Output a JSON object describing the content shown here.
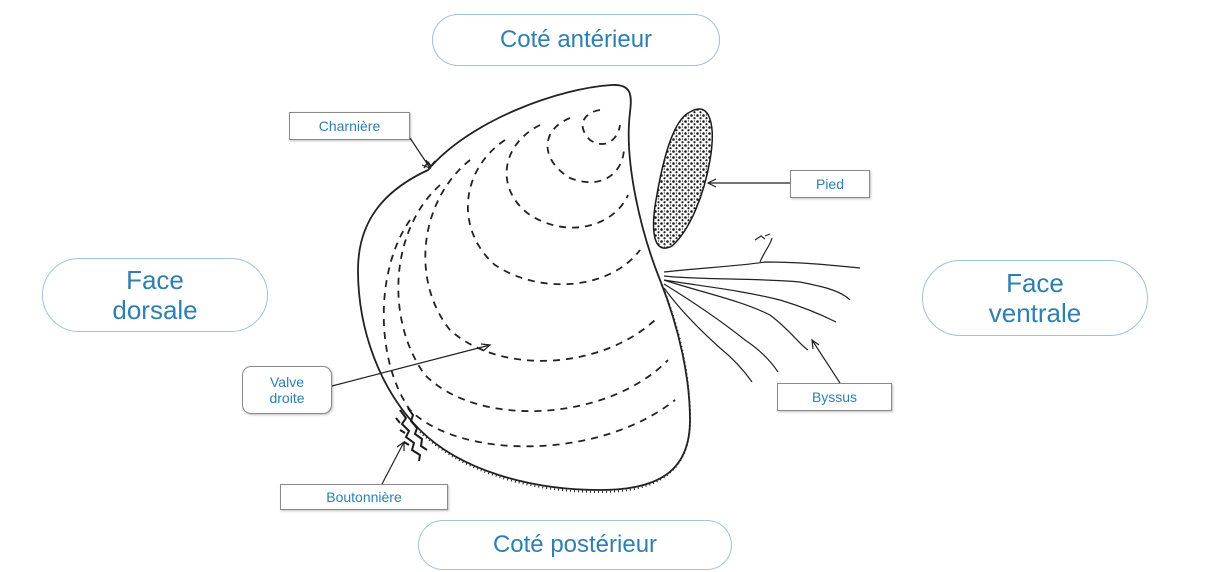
{
  "orientation": {
    "anterior": "Coté antérieur",
    "posterior": "Coté postérieur",
    "dorsal": [
      "Face",
      "dorsale"
    ],
    "ventral": [
      "Face",
      "ventrale"
    ]
  },
  "labels": {
    "charniere": "Charnière",
    "pied": "Pied",
    "valve": [
      "Valve",
      "droite"
    ],
    "byssus": "Byssus",
    "boutonniere": "Boutonnière"
  },
  "colors": {
    "label_text": "#2f7fb0",
    "oval_border": "#9ec3db",
    "ink": "#222222"
  }
}
